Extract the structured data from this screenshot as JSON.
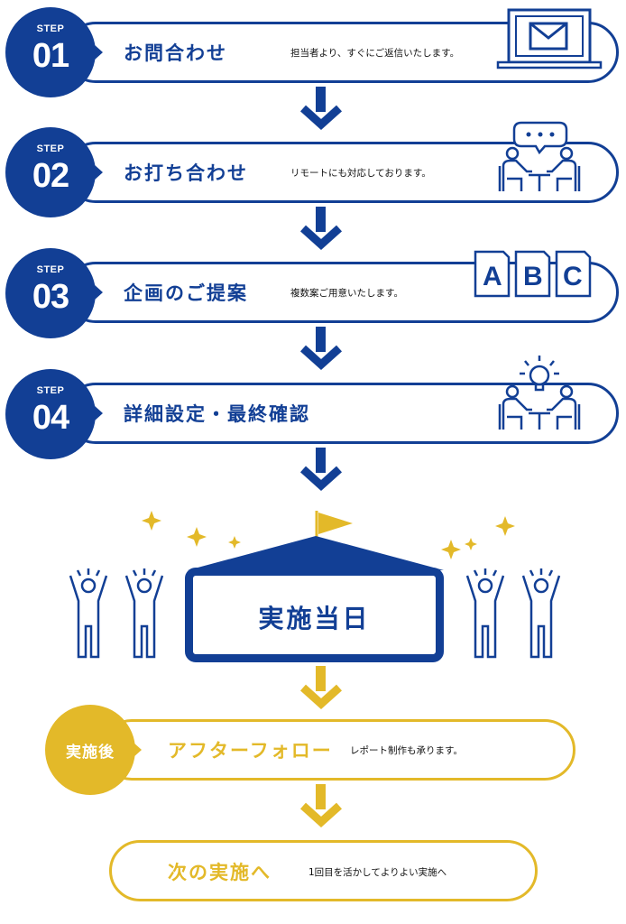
{
  "colors": {
    "primary": "#123f95",
    "accent": "#e3b929"
  },
  "steps": [
    {
      "label": "STEP",
      "number": "01",
      "title": "お問合わせ",
      "desc": "担当者より、すぐにご返信いたします。",
      "icon": "laptop-mail-icon"
    },
    {
      "label": "STEP",
      "number": "02",
      "title": "お打ち合わせ",
      "desc": "リモートにも対応しております。",
      "icon": "meeting-icon"
    },
    {
      "label": "STEP",
      "number": "03",
      "title": "企画のご提案",
      "desc": "複数案ご用意いたします。",
      "icon": "abc-documents-icon"
    },
    {
      "label": "STEP",
      "number": "04",
      "title": "詳細設定・最終確認",
      "desc": "",
      "icon": "meeting-idea-icon"
    }
  ],
  "event": {
    "title": "実施当日",
    "icon": "flag-tent-icon"
  },
  "after": {
    "badge": "実施後",
    "title": "アフターフォロー",
    "desc": "レポート制作も承ります。"
  },
  "next": {
    "title": "次の実施へ",
    "desc": "1回目を活かしてよりよい実施へ"
  }
}
